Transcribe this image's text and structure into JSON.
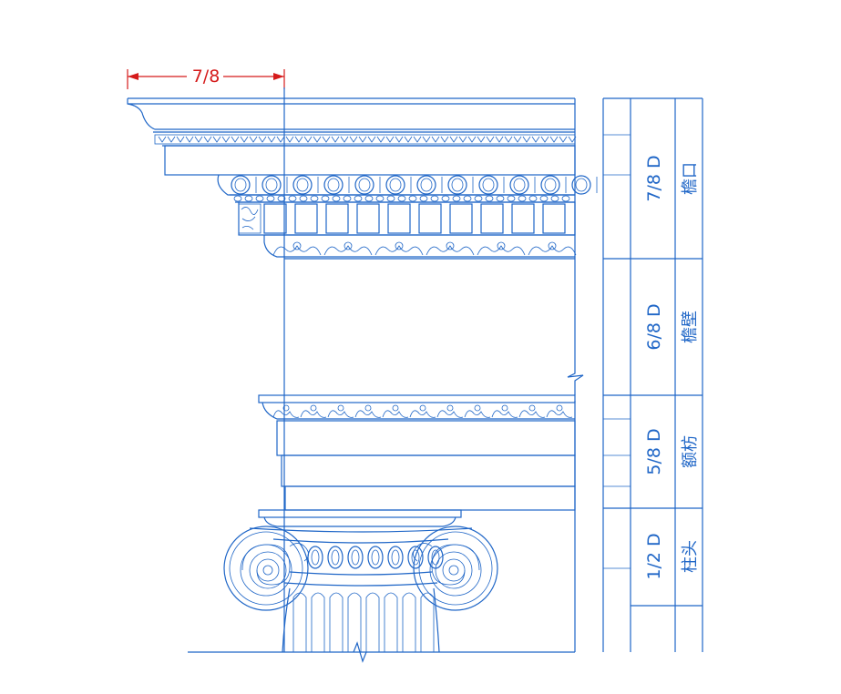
{
  "dimension": {
    "label": "7/8"
  },
  "colors": {
    "line": "#1f66c7",
    "dimension": "#d51b1b",
    "background": "#ffffff"
  },
  "table": {
    "rows": [
      {
        "ratio": "7/8 D",
        "name": "檐口"
      },
      {
        "ratio": "6/8 D",
        "name": "檐壁"
      },
      {
        "ratio": "5/8 D",
        "name": "额枋"
      },
      {
        "ratio": "1/2 D",
        "name": "柱头"
      }
    ]
  }
}
